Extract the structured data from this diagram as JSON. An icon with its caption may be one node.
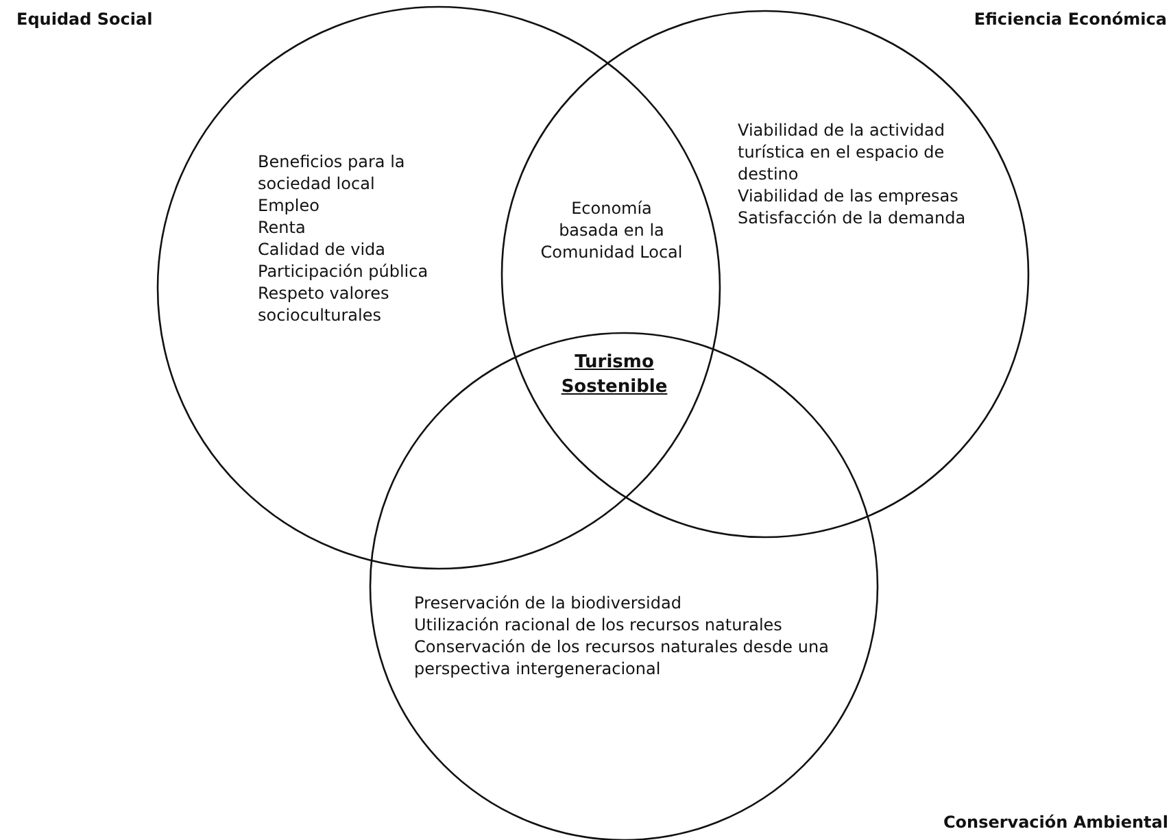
{
  "diagram": {
    "nodes": [
      {
        "text": [
          "Equidad Social",
          "Beneficios para la sociedad local",
          "Empleo",
          "Renta",
          "Calidad de vida",
          "Participación pública",
          "Respeto valores socioculturales"
        ]
      },
      {
        "text": [
          "Eficiencia Económica",
          "Viabilidad de la actividad turística en el espacio de destino",
          "Viabilidad de las empresas",
          "Satisfacción de la demanda"
        ]
      },
      {
        "text": [
          "Conservación Ambiental",
          "Preservación de la biodiversidad",
          "Utilización racional de los recursos naturales",
          "Conservación de los recursos naturales desde una perspectiva intergeneracional"
        ]
      }
    ],
    "edges": [],
    "labels": [
      "Economía basada en la Comunidad Local",
      "Turismo Sostenible"
    ]
  }
}
